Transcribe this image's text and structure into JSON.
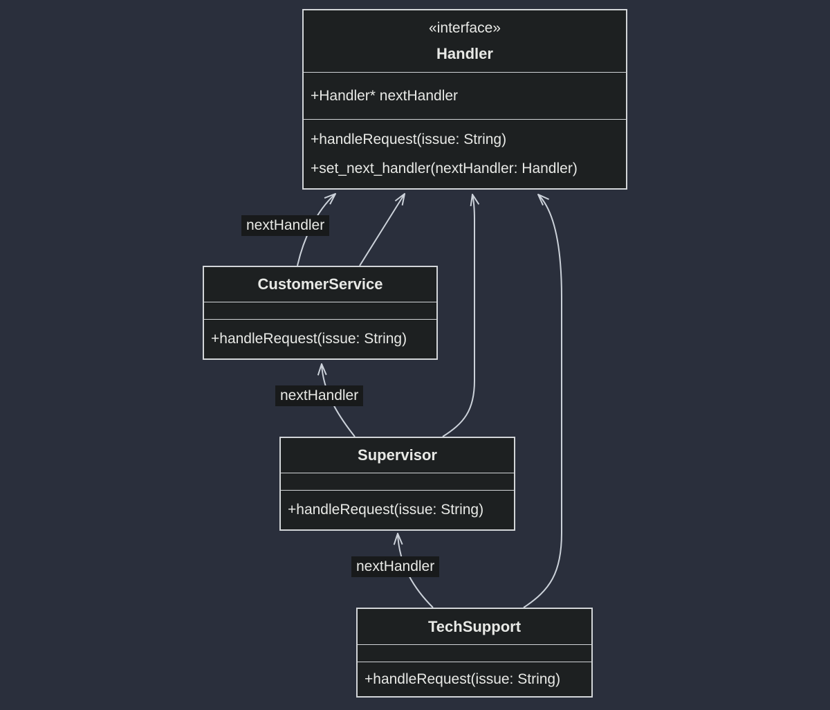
{
  "diagram": {
    "kind": "uml-class-diagram",
    "pattern": "chain-of-responsibility"
  },
  "colors": {
    "background": "#2a2f3c",
    "node_fill": "#1d2021",
    "node_border": "#d3d6d9",
    "edge_line": "#ccd2da",
    "text": "#e8e9e6",
    "edge_label_bg": "#181a1b"
  },
  "classes": {
    "handler": {
      "stereotype": "«interface»",
      "name": "Handler",
      "attributes": [
        "+Handler* nextHandler"
      ],
      "methods": [
        "+handleRequest(issue: String)",
        "+set_next_handler(nextHandler: Handler)"
      ]
    },
    "customer_service": {
      "name": "CustomerService",
      "attributes": [],
      "methods": [
        "+handleRequest(issue: String)"
      ]
    },
    "supervisor": {
      "name": "Supervisor",
      "attributes": [],
      "methods": [
        "+handleRequest(issue: String)"
      ]
    },
    "tech_support": {
      "name": "TechSupport",
      "attributes": [],
      "methods": [
        "+handleRequest(issue: String)"
      ]
    }
  },
  "edges": [
    {
      "from": "CustomerService",
      "to": "Handler",
      "type": "association",
      "label": "nextHandler"
    },
    {
      "from": "CustomerService",
      "to": "Handler",
      "type": "realization",
      "label": ""
    },
    {
      "from": "Supervisor",
      "to": "CustomerService",
      "type": "association",
      "label": "nextHandler"
    },
    {
      "from": "Supervisor",
      "to": "Handler",
      "type": "realization",
      "label": ""
    },
    {
      "from": "TechSupport",
      "to": "Supervisor",
      "type": "association",
      "label": "nextHandler"
    },
    {
      "from": "TechSupport",
      "to": "Handler",
      "type": "realization",
      "label": ""
    }
  ]
}
